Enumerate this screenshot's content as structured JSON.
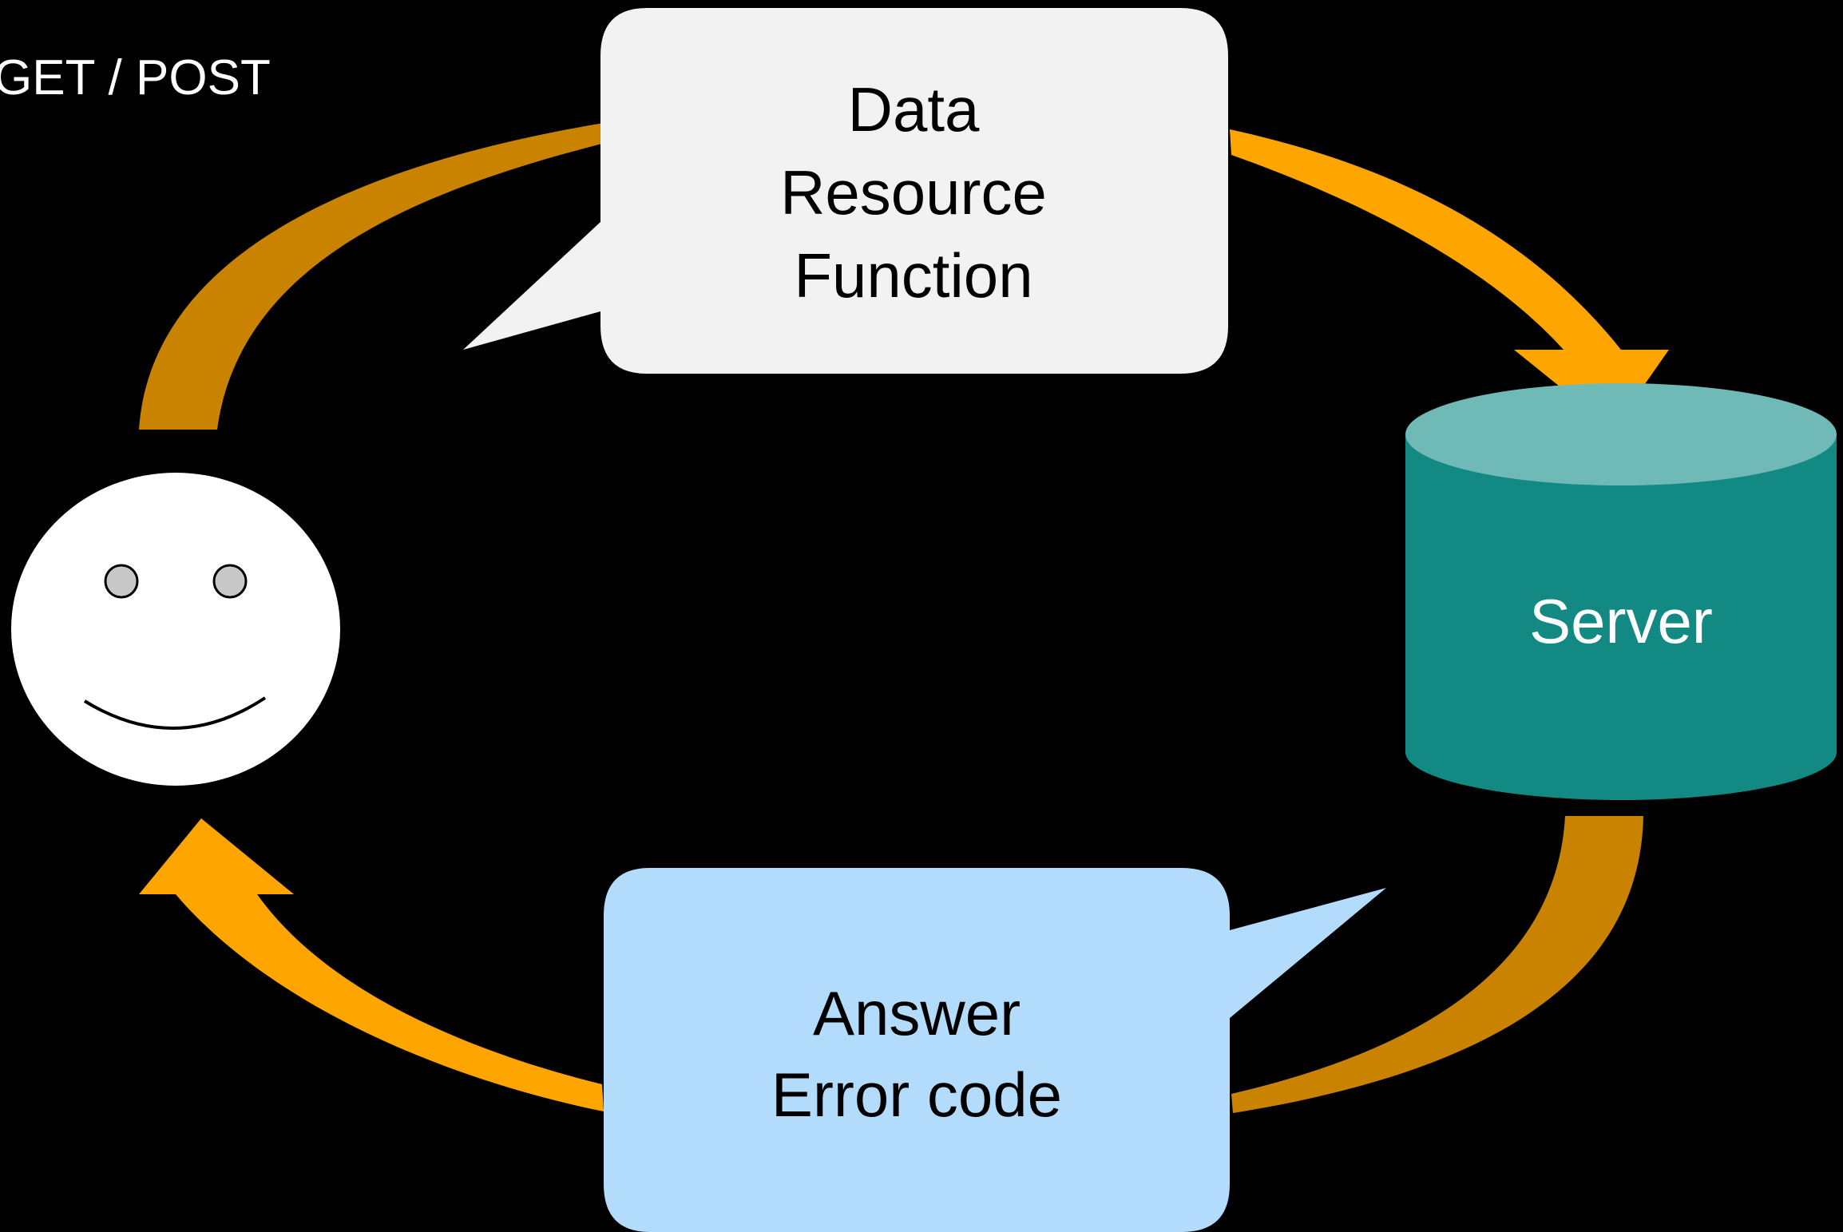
{
  "method_label": "GET / POST",
  "request_bubble": {
    "lines": [
      "Data",
      "Resource",
      "Function"
    ],
    "fill": "#f2f2f2"
  },
  "response_bubble": {
    "lines": [
      "Answer",
      "Error code"
    ],
    "fill": "#b3dcfc"
  },
  "server": {
    "label": "Server",
    "body_color": "#138984",
    "top_color": "#6fb9b6"
  },
  "client_icon": "smiley-face-icon",
  "arrow_colors": {
    "light": "#ffa500",
    "dark": "#c98300"
  },
  "background": "#000000"
}
